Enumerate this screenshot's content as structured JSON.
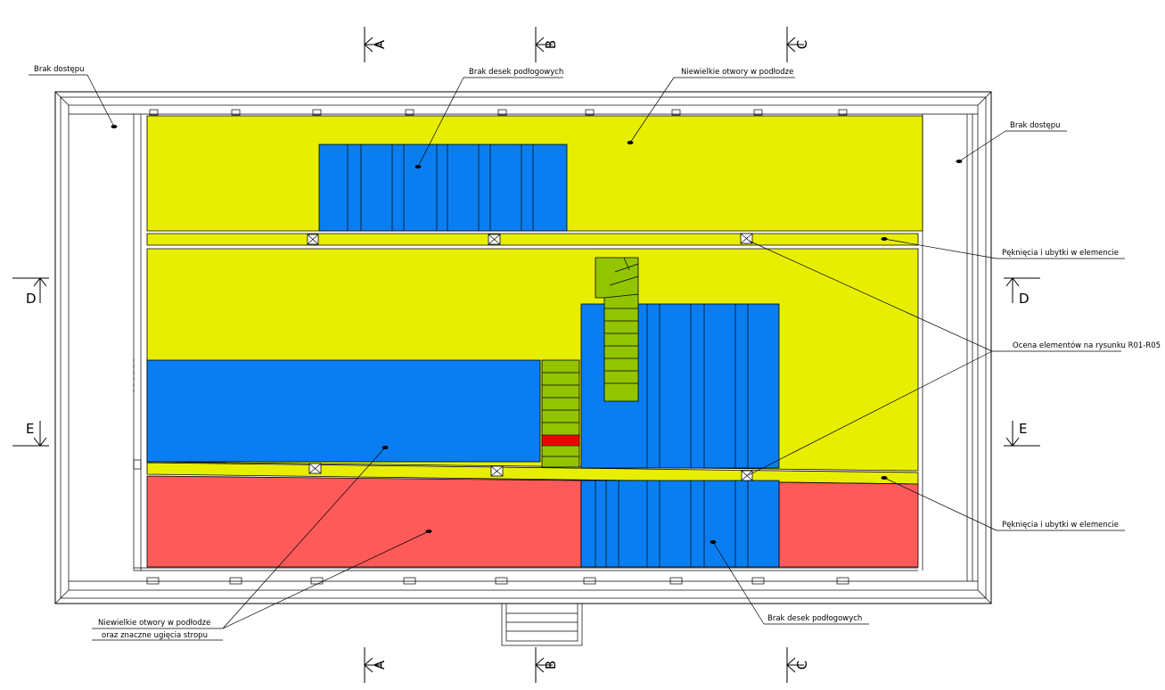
{
  "colors": {
    "yellow_zone": "#e8ee00",
    "blue_zone": "#0a7ef0",
    "red_zone": "#ff5a5a",
    "stair_green": "#92c400",
    "red_marker": "#ee0000"
  },
  "sections": {
    "a_top": "A",
    "b_top": "B",
    "c_top": "C",
    "a_bottom": "A",
    "b_bottom": "B",
    "c_bottom": "C",
    "d_left": "D",
    "d_right": "D",
    "e_left": "E",
    "e_right": "E"
  },
  "annotations": {
    "no_access_left": "Brak dostępu",
    "no_access_right": "Brak dostępu",
    "missing_boards_top": "Brak desek podłogowych",
    "small_holes_top": "Niewielkie otwory w podłodze",
    "cracks_upper": "Pęknięcia i ubytki w elemencie",
    "evaluation": "Ocena elementów na rysunku R01-R05",
    "cracks_lower": "Pęknięcia i ubytki w elemencie",
    "small_holes_bottom_line1": "Niewielkie otwory w podłodze",
    "small_holes_bottom_line2": "oraz znaczne ugięcia stropu",
    "missing_boards_bottom": "Brak desek podłogowych"
  }
}
